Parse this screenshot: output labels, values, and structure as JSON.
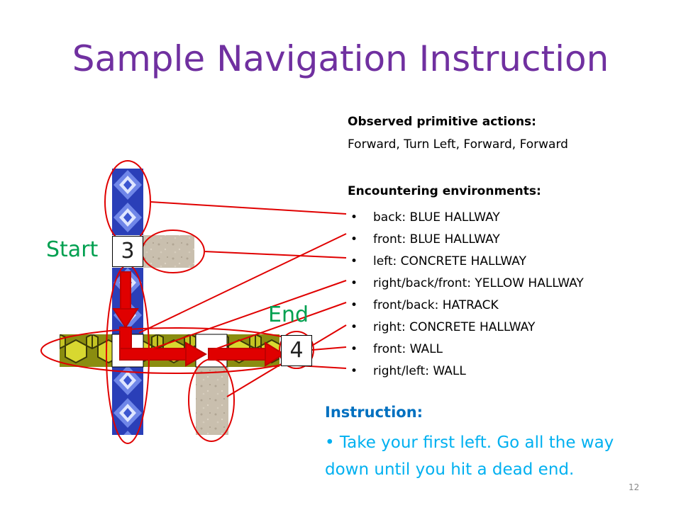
{
  "title": "Sample Navigation Instruction",
  "observed": {
    "heading": "Observed primitive actions:",
    "actions": "Forward, Turn Left, Forward, Forward"
  },
  "environments": {
    "heading": "Encountering environments:",
    "items": [
      "back: BLUE HALLWAY",
      "front: BLUE HALLWAY",
      "left: CONCRETE HALLWAY",
      "right/back/front: YELLOW HALLWAY",
      "front/back: HATRACK",
      "right: CONCRETE HALLWAY",
      "front: WALL",
      "right/left: WALL"
    ]
  },
  "instruction": {
    "heading": "Instruction:",
    "text": "• Take your first left.  Go all the way down until you hit a dead end."
  },
  "map": {
    "start_label": "Start",
    "end_label": "End",
    "start_node": "3",
    "end_node": "4"
  },
  "page_number": "12",
  "colors": {
    "title": "#7030a0",
    "labels": "#00a050",
    "instruction_heading": "#0070c0",
    "instruction_text": "#00b0f0",
    "annotation": "#e00000"
  }
}
